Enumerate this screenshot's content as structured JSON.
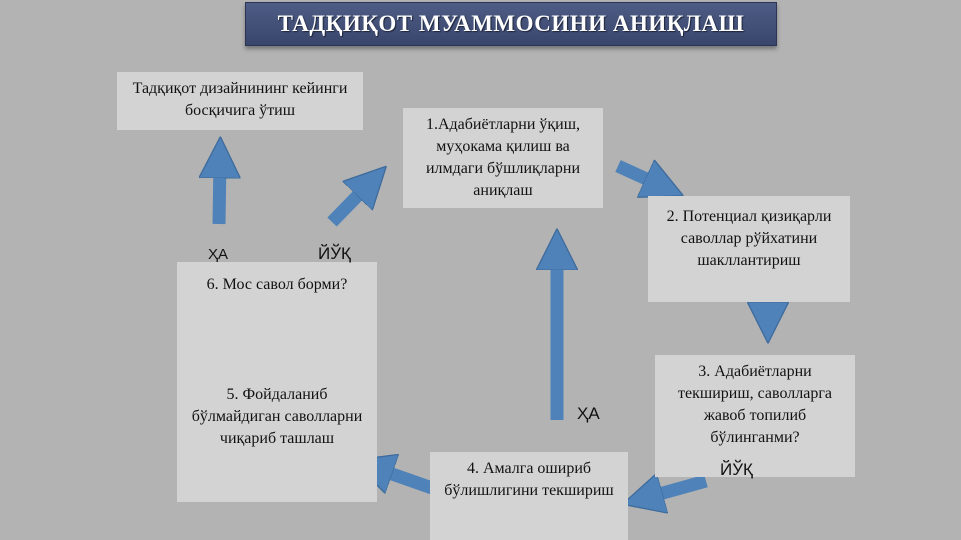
{
  "title": "ТАДҚИҚОТ МУАММОСИНИ АНИҚЛАШ",
  "boxes": {
    "next_stage": "Тадқиқот дизайнининг кейинги босқичига ўтиш",
    "step1": "1.Адабиётларни ўқиш, муҳокама қилиш ва илмдаги бўшлиқларни аниқлаш",
    "step2": "2. Потенциал қизиқарли саволлар рўйхатини шакллантириш",
    "step3": "3. Адабиётларни текшириш, саволларга жавоб топилиб бўлинганми?",
    "step4": "4. Амалга ошириб бўлишлигини текшириш",
    "step5": "5. Фойдаланиб бўлмайдиган саволларни чиқариб ташлаш",
    "step6": "6. Мос савол борми?"
  },
  "labels": {
    "yes_left": "ҲА",
    "no_left": "ЙЎҚ",
    "yes_center": "ҲА",
    "no_right": "ЙЎҚ"
  },
  "colors": {
    "arrow": "#4f82b8",
    "box": "#d3d3d3",
    "background": "#b3b3b3",
    "title_bar": "#455277"
  }
}
